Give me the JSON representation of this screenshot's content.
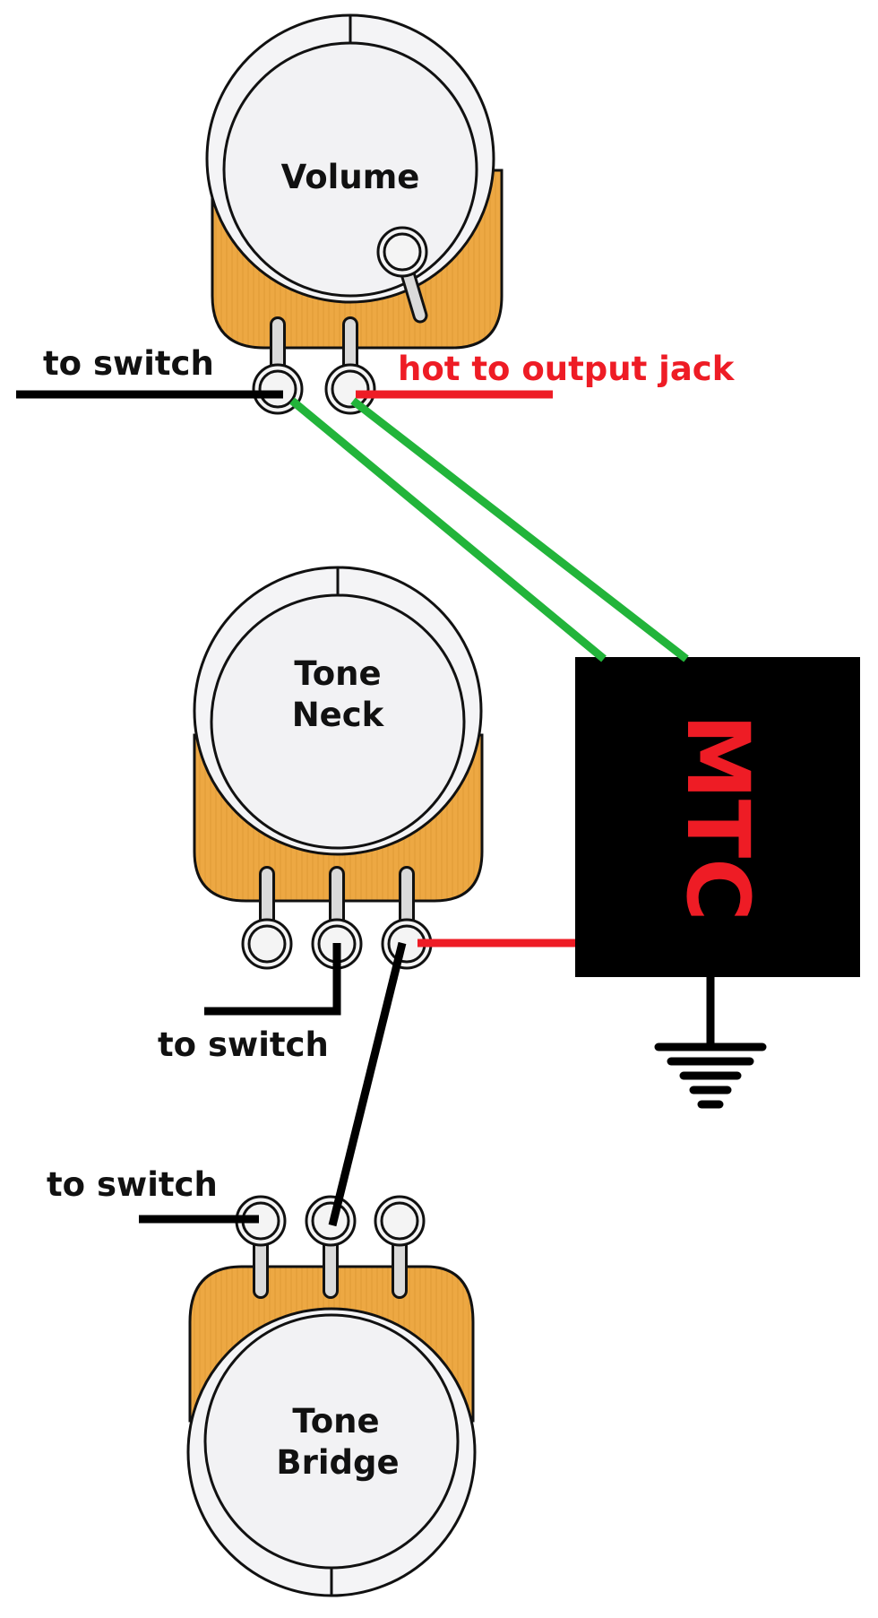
{
  "title": "MTC wiring diagram",
  "components": {
    "volume": {
      "label": "Volume"
    },
    "tone_neck": {
      "label_line1": "Tone",
      "label_line2": "Neck"
    },
    "tone_bridge": {
      "label_line1": "Tone",
      "label_line2": "Bridge"
    },
    "mtc": {
      "label": "MTC"
    }
  },
  "labels": {
    "volume_to_switch": "to switch",
    "hot_to_output": "hot to output jack",
    "neck_to_switch": "to switch",
    "bridge_to_switch": "to switch"
  },
  "colors": {
    "pot_body": "#EDA843",
    "pot_face": "#F2F2F4",
    "lug": "#D9D9D9",
    "outline": "#111111",
    "wire_black": "#000000",
    "wire_red": "#EE1C25",
    "wire_green": "#22B43A",
    "mtc_box": "#000000",
    "mtc_text": "#EE1C25"
  }
}
